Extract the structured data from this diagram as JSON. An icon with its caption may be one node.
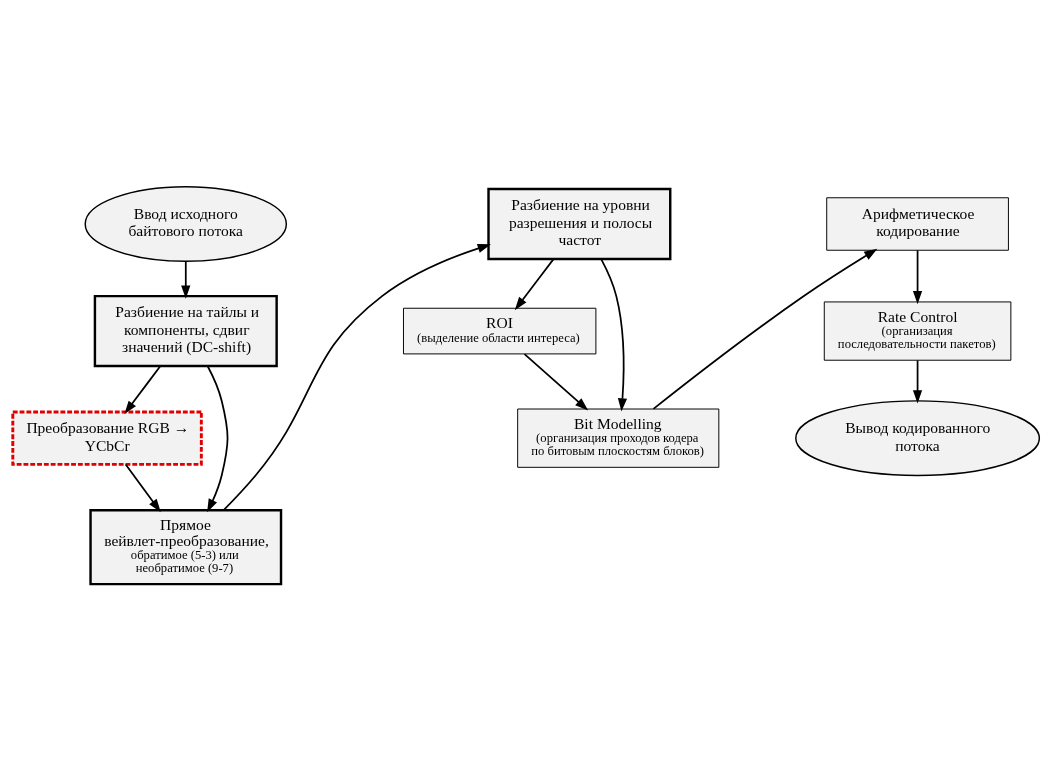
{
  "diagram": {
    "nodes": [
      {
        "text": [
          "Ввод исходного байтового потока"
        ]
      },
      {
        "text": [
          "Разбиение на тайлы и компоненты, сдвиг значений (DC-shift)"
        ]
      },
      {
        "text": [
          "Преобразование RGB → YCbCr"
        ]
      },
      {
        "text": [
          "Прямое вейвлет-преобразование,",
          "обратимое (5-3) или необратимое (9-7)"
        ]
      },
      {
        "text": [
          "Разбиение на уровни разрешения и полосы частот"
        ]
      },
      {
        "text": [
          "ROI",
          "(выделение области интереса)"
        ]
      },
      {
        "text": [
          "Bit Modelling",
          "(организация проходов кодера по битовым плоскостям блоков)"
        ]
      },
      {
        "text": [
          "Арифметическое кодирование"
        ]
      },
      {
        "text": [
          "Rate Control",
          "(организация последовательности пакетов)"
        ]
      },
      {
        "text": [
          "Вывод кодированного потока"
        ]
      }
    ],
    "edges": [
      {
        "from": 0,
        "to": 1,
        "arrow": "to"
      },
      {
        "from": 1,
        "to": 2,
        "arrow": "to"
      },
      {
        "from": 1,
        "to": 3,
        "arrow": "to"
      },
      {
        "from": 2,
        "to": 3,
        "arrow": "to"
      },
      {
        "from": 3,
        "to": 4,
        "arrow": "to"
      },
      {
        "from": 4,
        "to": 5,
        "arrow": "to"
      },
      {
        "from": 4,
        "to": 6,
        "arrow": "to"
      },
      {
        "from": 5,
        "to": 6,
        "arrow": "to"
      },
      {
        "from": 6,
        "to": 7,
        "arrow": "to"
      },
      {
        "from": 7,
        "to": 8,
        "arrow": "to"
      },
      {
        "from": 8,
        "to": 9,
        "arrow": "to"
      }
    ]
  }
}
